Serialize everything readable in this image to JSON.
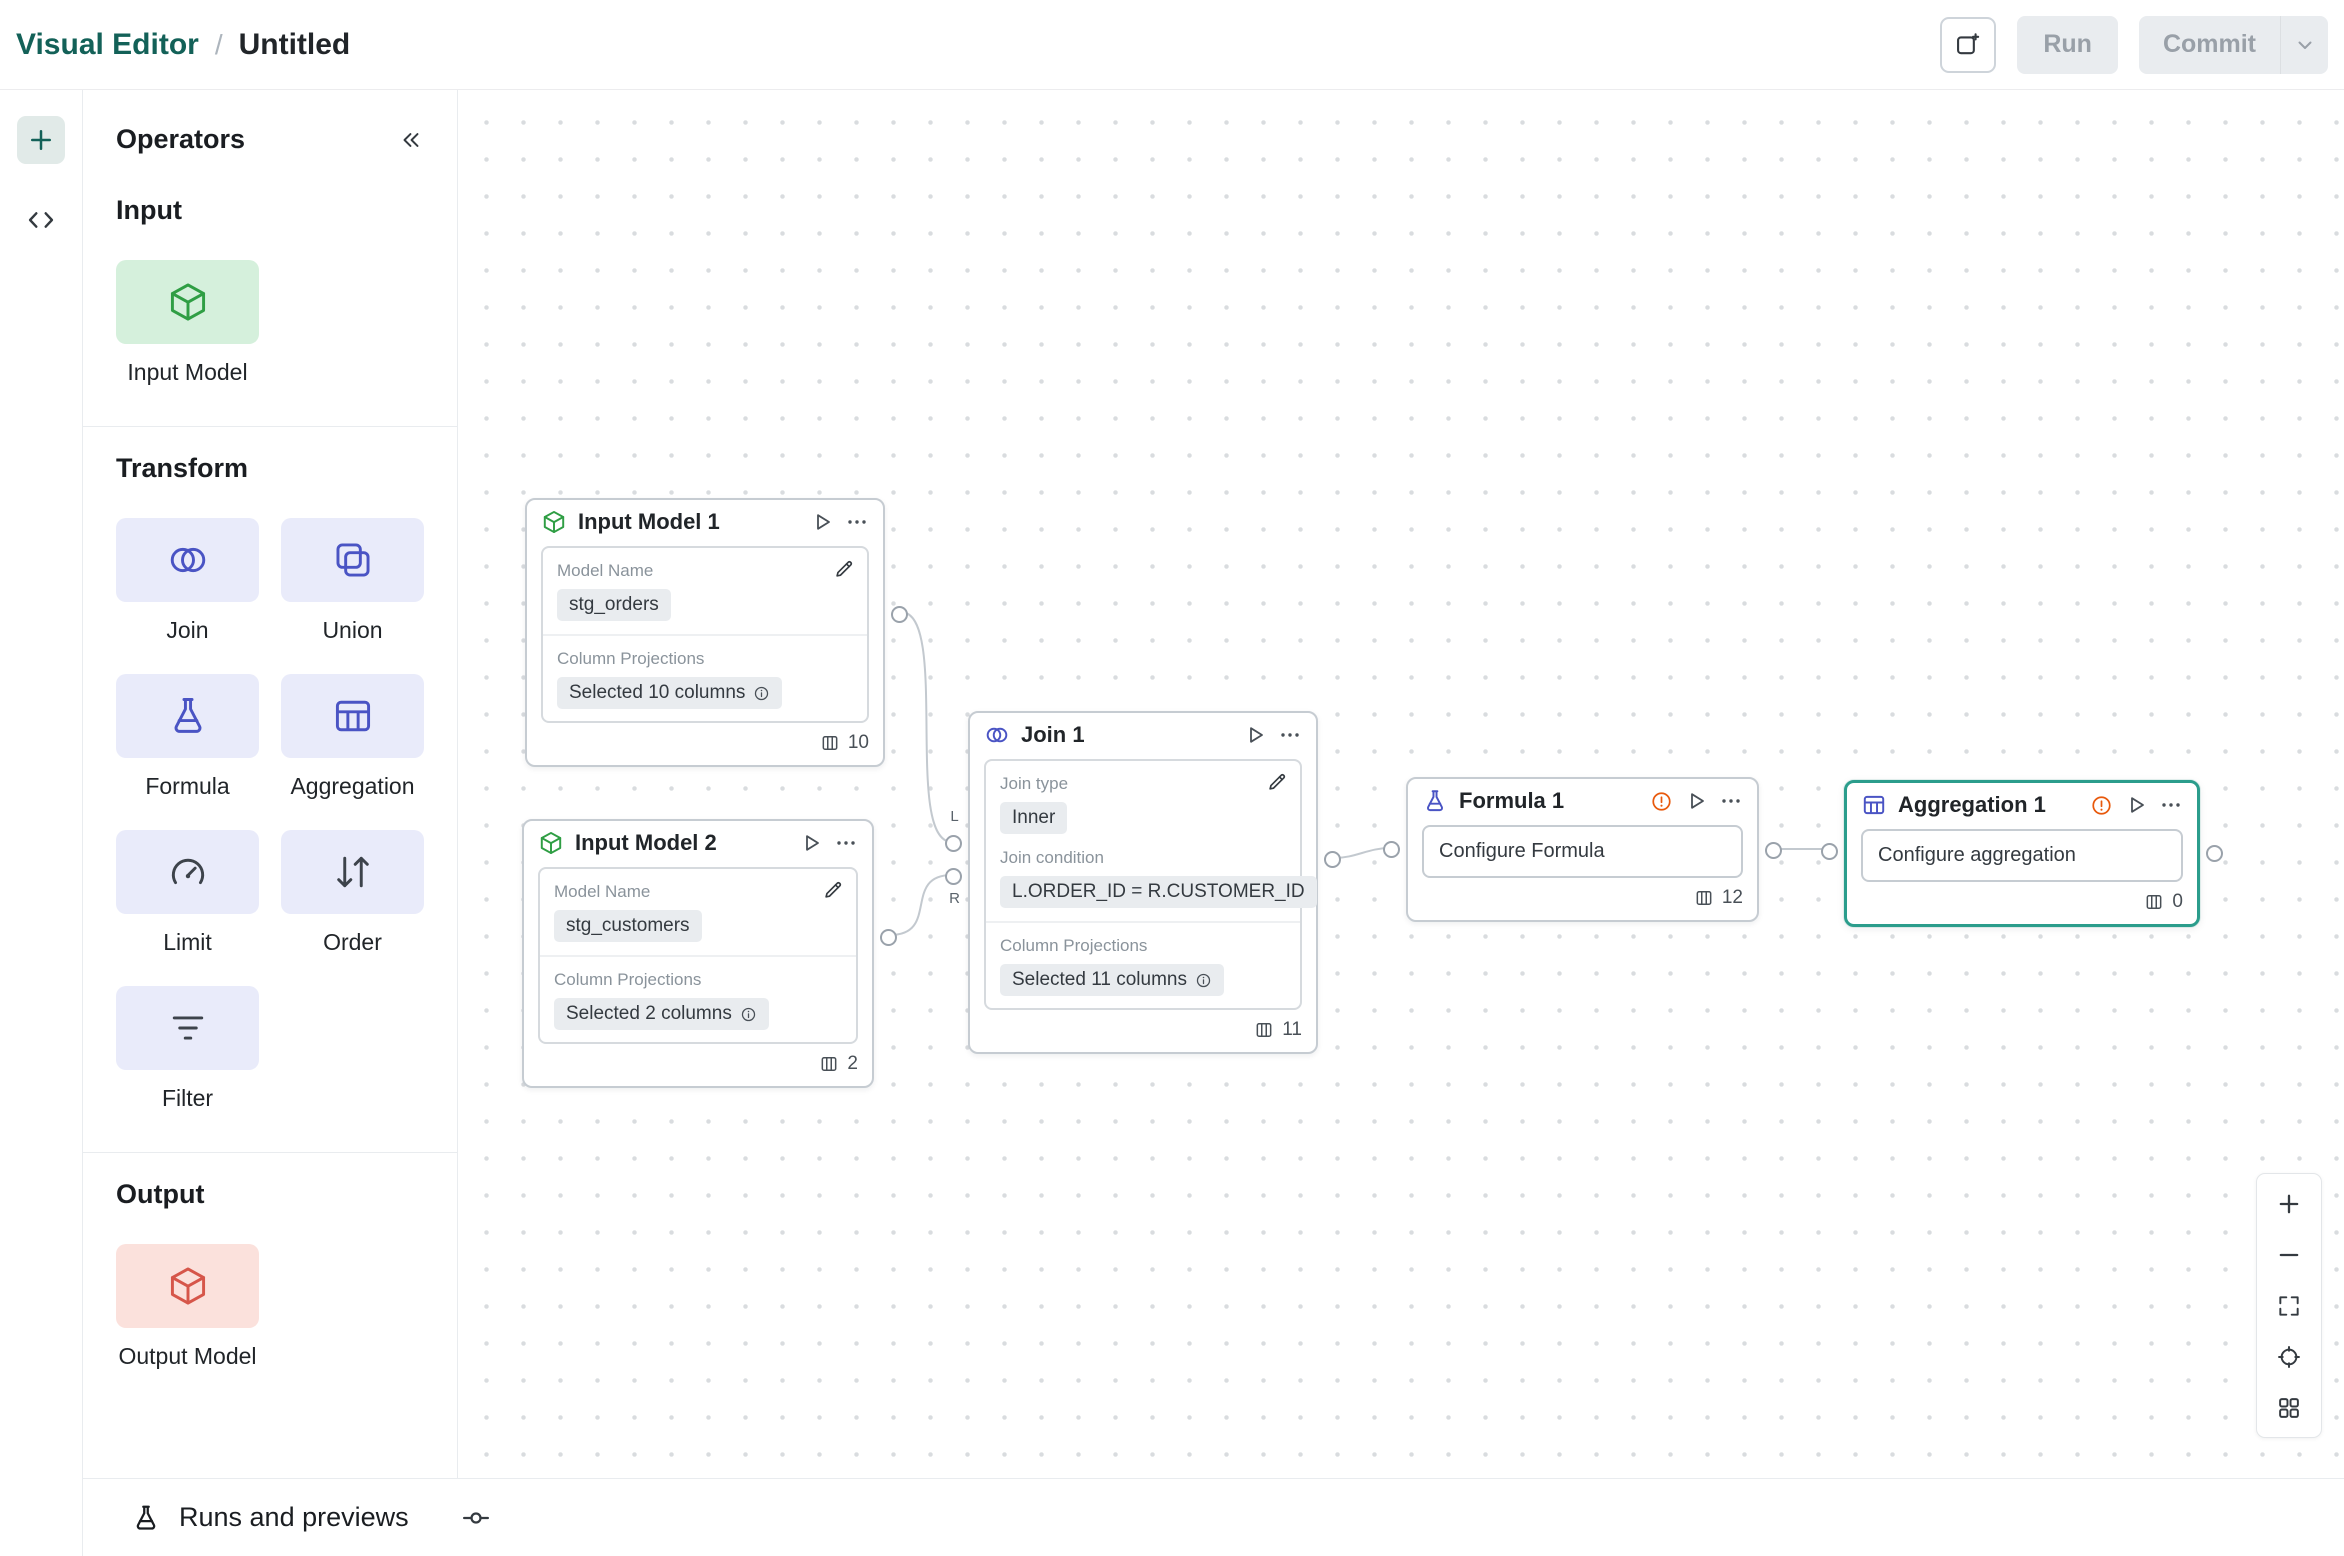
{
  "topbar": {
    "breadcrumb": {
      "root": "Visual Editor",
      "separator": "/",
      "current": "Untitled"
    },
    "run_label": "Run",
    "commit_label": "Commit",
    "icon_button": "annotation-panel-icon"
  },
  "sidebar": {
    "title": "Operators",
    "collapse_icon": "double-chevron-left-icon",
    "sections": [
      {
        "label": "Input",
        "items": [
          {
            "label": "Input Model",
            "icon": "cube-icon"
          }
        ]
      },
      {
        "label": "Transform",
        "items": [
          {
            "label": "Join",
            "icon": "join-circles-icon"
          },
          {
            "label": "Union",
            "icon": "union-squares-icon"
          },
          {
            "label": "Formula",
            "icon": "flask-icon"
          },
          {
            "label": "Aggregation",
            "icon": "table-icon"
          },
          {
            "label": "Limit",
            "icon": "gauge-icon"
          },
          {
            "label": "Order",
            "icon": "sort-arrows-icon"
          },
          {
            "label": "Filter",
            "icon": "filter-lines-icon"
          }
        ]
      },
      {
        "label": "Output",
        "items": [
          {
            "label": "Output Model",
            "icon": "cube-icon"
          }
        ]
      }
    ]
  },
  "canvas": {
    "nodes": [
      {
        "title": "Input Model 1",
        "fields": [
          {
            "label": "Model Name",
            "value": "stg_orders"
          },
          {
            "label": "Column Projections",
            "value": "Selected 10 columns"
          }
        ],
        "count": "10"
      },
      {
        "title": "Input Model 2",
        "fields": [
          {
            "label": "Model Name",
            "value": "stg_customers"
          },
          {
            "label": "Column Projections",
            "value": "Selected 2 columns"
          }
        ],
        "count": "2"
      },
      {
        "title": "Join 1",
        "fields": [
          {
            "label": "Join type",
            "value": "Inner"
          },
          {
            "label": "Join condition",
            "value": "L.ORDER_ID = R.CUSTOMER_ID"
          },
          {
            "label": "Column Projections",
            "value": "Selected 11 columns"
          }
        ],
        "count": "11",
        "port_labels": {
          "left": "L",
          "right": "R"
        }
      },
      {
        "title": "Formula 1",
        "placeholder": "Configure Formula",
        "count": "12",
        "warning": true
      },
      {
        "title": "Aggregation 1",
        "placeholder": "Configure aggregation",
        "count": "0",
        "warning": true,
        "selected": true
      }
    ],
    "controls": [
      "zoom-in",
      "zoom-out",
      "fit-view",
      "center-selection",
      "minimap"
    ]
  },
  "bottombar": {
    "runs_label": "Runs and previews"
  },
  "colors": {
    "accent_teal": "#136158",
    "selected_node_border": "#2b9d8c",
    "warning": "#e8590c",
    "input_icon": "#2f9e44",
    "input_tile_bg": "#d5f0dc",
    "transform_icon": "#4a54c4",
    "transform_tile_bg": "#e9ebfa",
    "output_icon": "#d6564a",
    "output_tile_bg": "#fbe1dc",
    "edge": "#c3c9cf"
  }
}
